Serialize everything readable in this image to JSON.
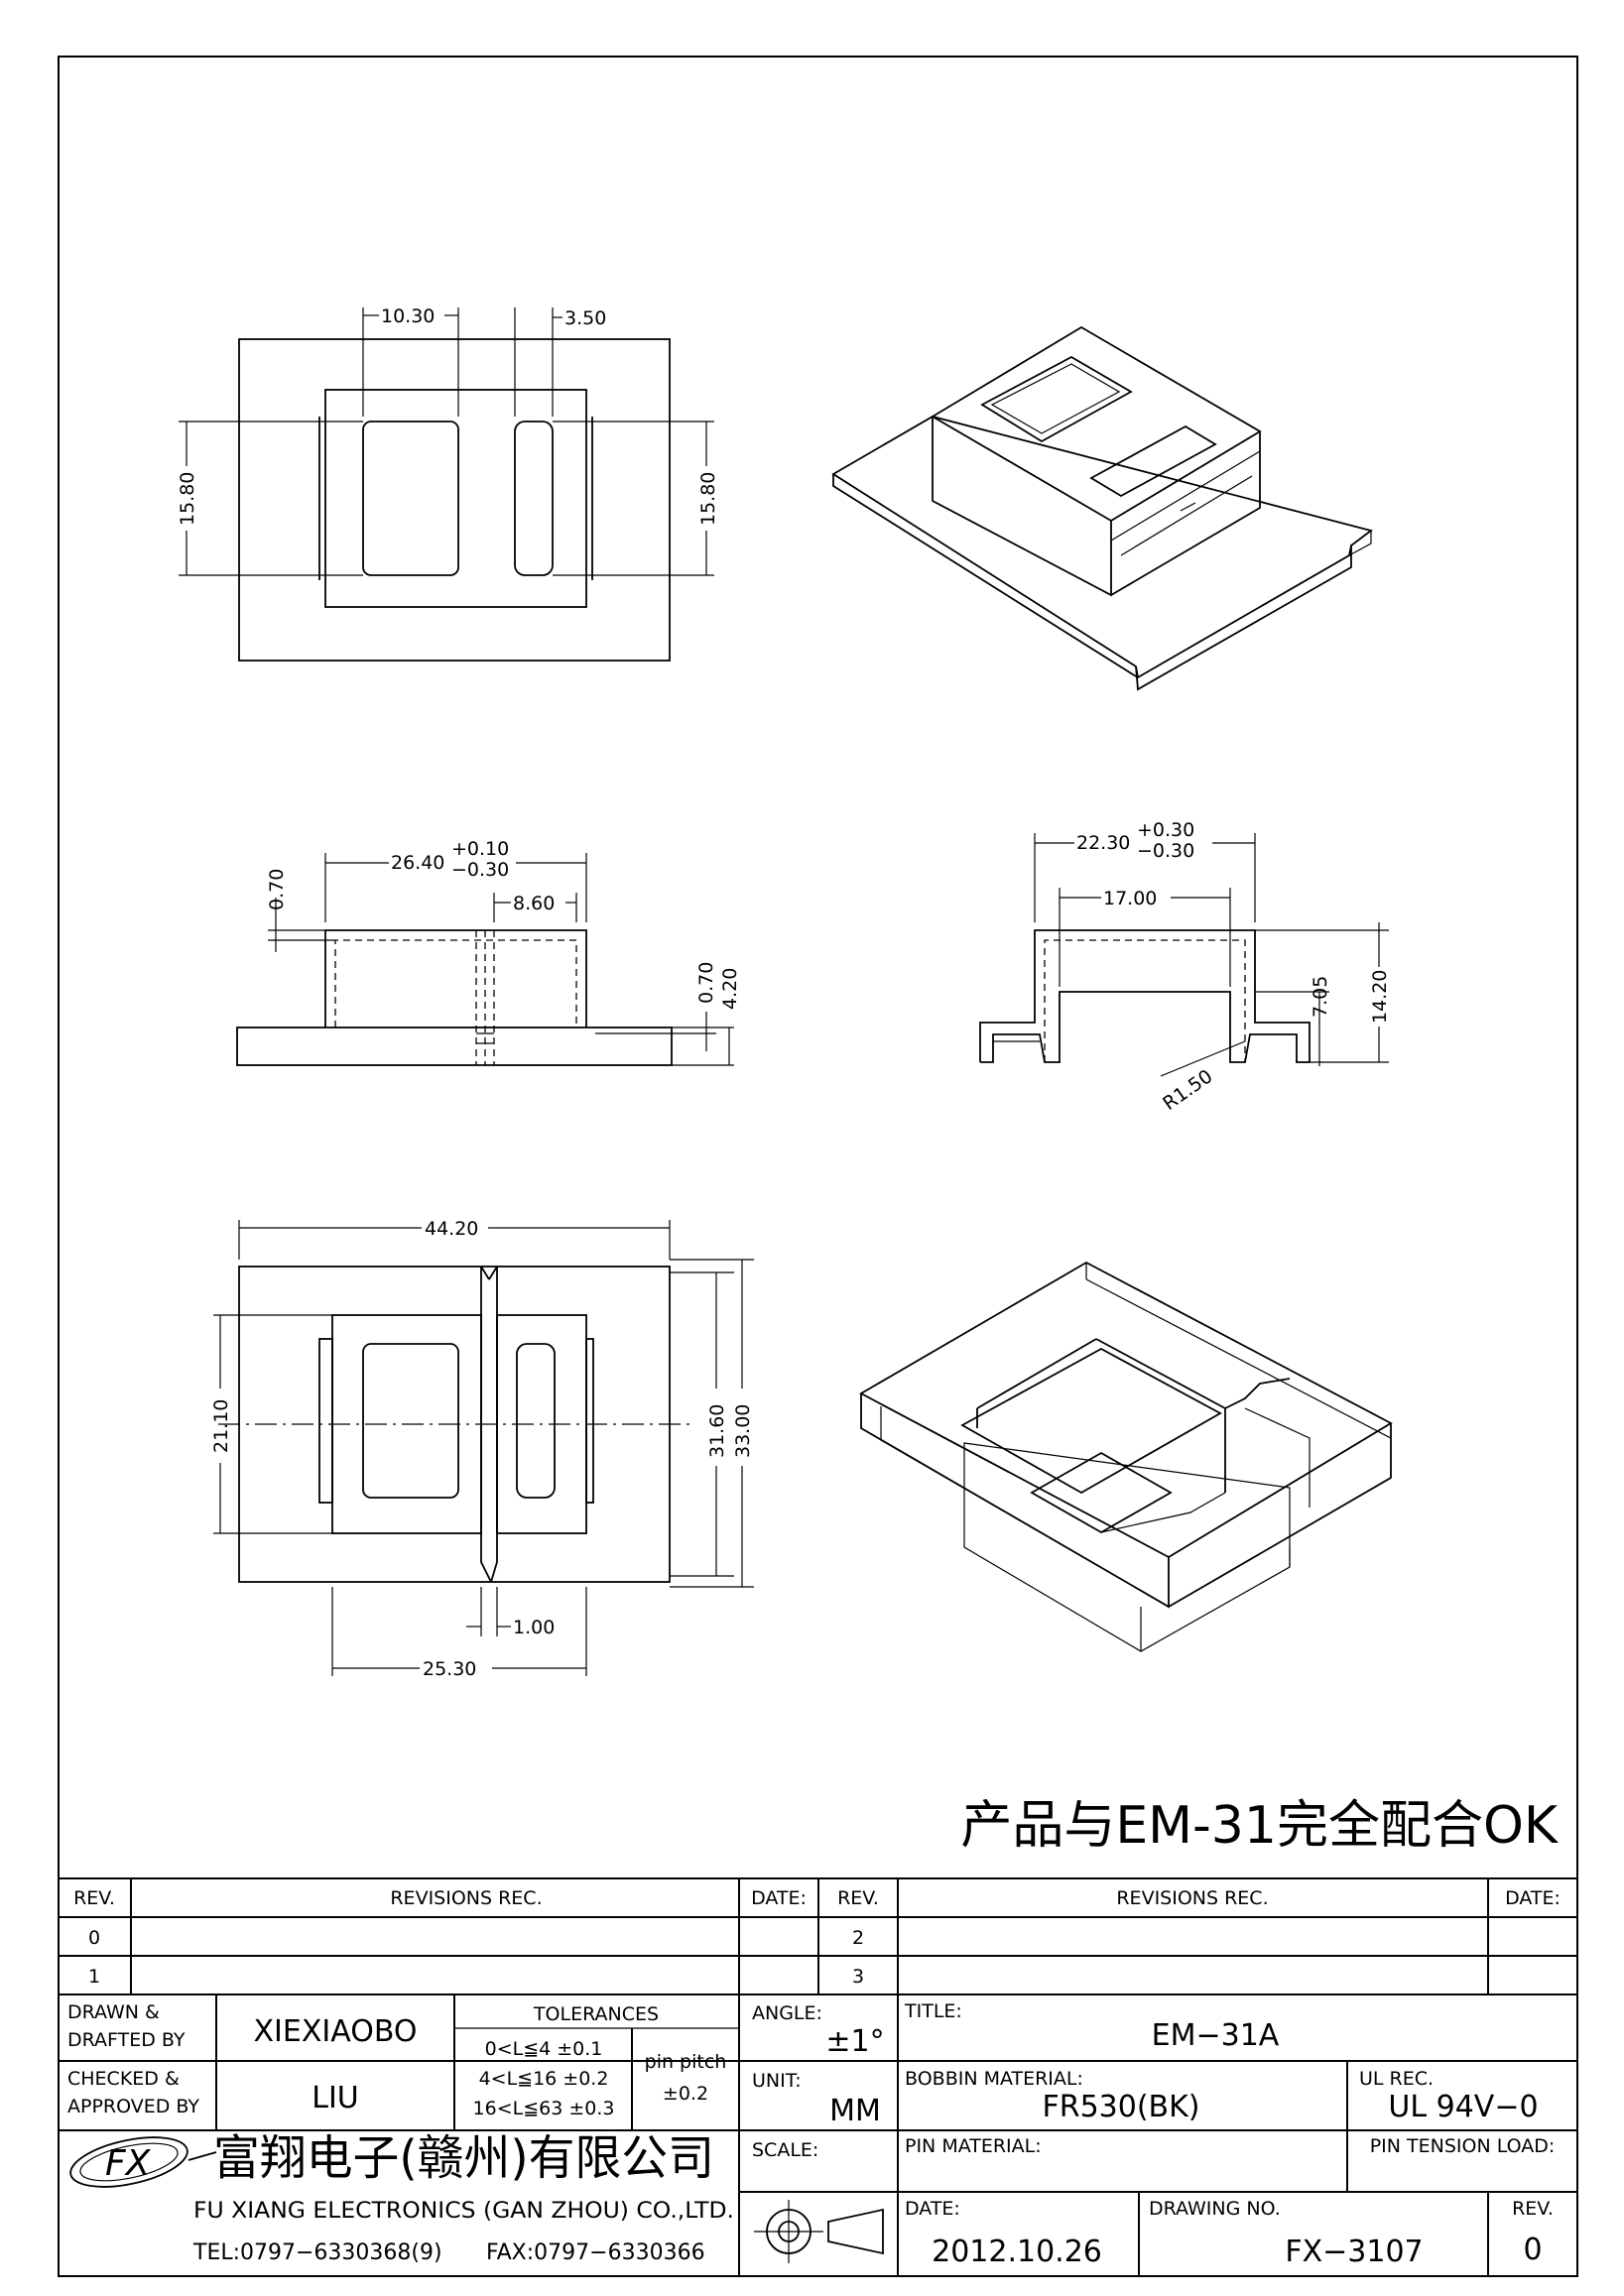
{
  "note": "产品与EM-31完全配合OK",
  "dimensions": {
    "top_view": {
      "window_width": "10.30",
      "slot_width": "3.50",
      "height_left": "15.80",
      "height_right": "15.80"
    },
    "front_view": {
      "overall_width": "26.40",
      "tol_plus": "+0.10",
      "tol_minus": "−0.30",
      "wall_thickness": "0.70",
      "slot_span": "8.60",
      "flange_thickness": "0.70",
      "flange_height": "4.20"
    },
    "side_view": {
      "overall_width": "22.30",
      "tol_plus": "+0.30",
      "tol_minus": "−0.30",
      "inner_width": "17.00",
      "inner_height": "7.05",
      "total_height": "14.20",
      "radius": "R1.50"
    },
    "bottom_view": {
      "overall_length": "44.20",
      "width_left": "21.10",
      "width_right_inner": "31.60",
      "width_right_outer": "33.00",
      "center_gap": "1.00",
      "block_length": "25.30"
    }
  },
  "title_block": {
    "rev_header": "REV.",
    "revisions_header": "REVISIONS   REC.",
    "date_header": "DATE:",
    "rev_header_right": "REV.",
    "revisions_header_right": "REVISIONS   REC.",
    "date_header_right": "DATE:",
    "rev_rows_left": [
      "0",
      "1"
    ],
    "rev_rows_right": [
      "2",
      "3"
    ],
    "drawn_label_1": "DRAWN  &",
    "drawn_label_2": "DRAFTED  BY",
    "drawn_by": "XIEXIAOBO",
    "checked_label_1": "CHECKED  &",
    "checked_label_2": "APPROVED  BY",
    "checked_by": "LIU",
    "tolerances_label": "TOLERANCES",
    "tol_row_1": "0<L≦4    ±0.1",
    "tol_row_2": "4<L≦16  ±0.2",
    "tol_row_3": "16<L≦63  ±0.3",
    "pin_pitch_label": "pin  pitch",
    "pin_pitch_value": "±0.2",
    "angle_label": "ANGLE:",
    "angle_value": "±1°",
    "unit_label": "UNIT:",
    "unit_value": "MM",
    "scale_label": "SCALE:",
    "title_label": "TITLE:",
    "title_value": "EM−31A",
    "bobbin_label": "BOBBIN  MATERIAL:",
    "bobbin_value": "FR530(BK)",
    "ul_label": "UL  REC.",
    "ul_value": "UL  94V−0",
    "pin_material_label": "PIN  MATERIAL:",
    "pin_tension_label": "PIN  TENSION  LOAD:",
    "date_label": "DATE:",
    "date_value": "2012.10.26",
    "drawing_no_label": "DRAWING  NO.",
    "drawing_no_value": "FX−3107",
    "rev_label": "REV.",
    "rev_value": "0",
    "company_cn": "富翔电子(赣州)有限公司",
    "company_en": "FU  XIANG  ELECTRONICS  (GAN  ZHOU)  CO.,LTD.",
    "tel": "TEL:0797−6330368(9)",
    "fax": "FAX:0797−6330366",
    "logo_text": "FX"
  },
  "icons": [
    "fx-logo-icon",
    "projection-symbol-icon"
  ]
}
